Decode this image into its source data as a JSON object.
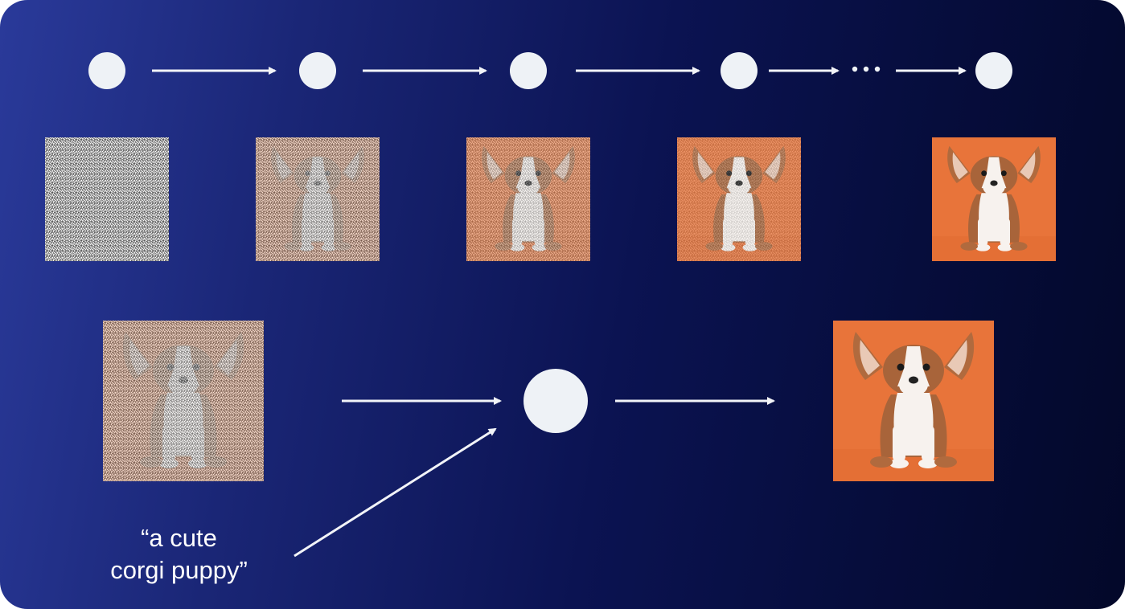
{
  "prompt": {
    "line1": "“a cute",
    "line2": "corgi puppy”"
  },
  "colors": {
    "node": "#eef2f6",
    "arrow": "#f2f4f8",
    "orange_bg": "#e8743a",
    "noise_grey": "#cfcfcf",
    "background_left": "#2a3a9a",
    "background_right": "#030829"
  },
  "denoising_steps": [
    {
      "noise_level": 1.0
    },
    {
      "noise_level": 0.72
    },
    {
      "noise_level": 0.42
    },
    {
      "noise_level": 0.22
    },
    {
      "noise_level": 0.0
    }
  ],
  "conditioned_step": {
    "input_noise_level": 0.72,
    "output_noise_level": 0.0
  },
  "icons": {
    "ellipsis": "ellipsis-icon",
    "node": "circle-node-icon",
    "arrow": "arrow-right-icon"
  }
}
